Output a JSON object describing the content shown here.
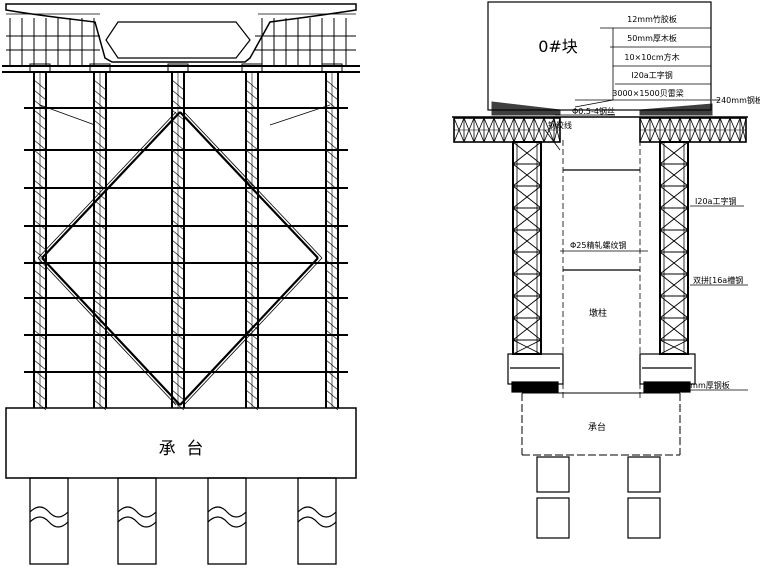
{
  "left_view": {
    "cap_label": "承  台"
  },
  "right_view": {
    "block_title": "0#块",
    "layers": [
      "12mm竹胶板",
      "50mm厚木板",
      "10×10cm方木",
      "I20a工字钢",
      "3000×1500贝雷梁"
    ],
    "callouts": {
      "right_top": "240mm钢板",
      "left_top": "Φ0.5-4钢丝",
      "steel_strand": "钢绞线",
      "i_beam": "I20a工字钢",
      "tie_bar": "Φ25精轧螺纹钢",
      "double_channel": "双拼[16a槽钢",
      "steel_plate": "20mm厚钢板",
      "pier": "墩柱",
      "cap": "承台"
    }
  }
}
